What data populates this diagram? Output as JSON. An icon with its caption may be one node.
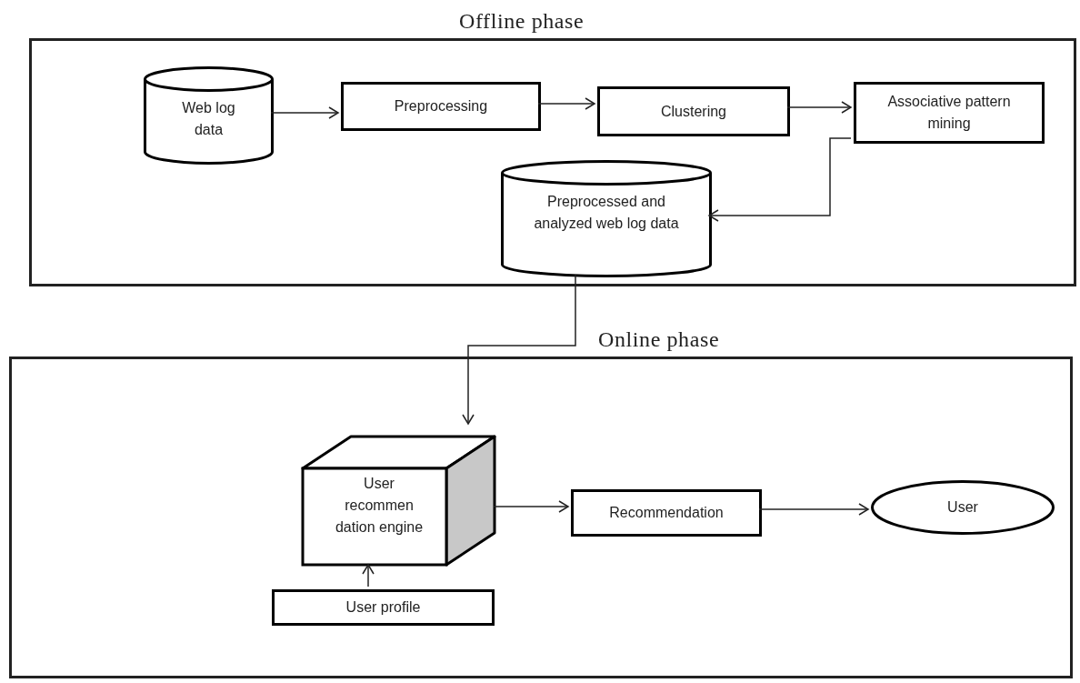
{
  "diagram": {
    "nodes": [
      {
        "text": [
          "Offline phase"
        ]
      },
      {
        "text": [
          "Web log data"
        ],
        "in": 0
      },
      {
        "text": [
          "Preprocessing"
        ],
        "in": 0
      },
      {
        "text": [
          "Clustering"
        ],
        "in": 0
      },
      {
        "text": [
          "Associative pattern mining"
        ],
        "in": 0
      },
      {
        "text": [
          "Preprocessed and analyzed web log data"
        ],
        "in": 0
      },
      {
        "text": [
          "Online phase"
        ]
      },
      {
        "text": [
          "User recommen dation engine"
        ],
        "in": 6
      },
      {
        "text": [
          "Recommendation"
        ],
        "in": 6
      },
      {
        "text": [
          "User"
        ],
        "in": 6
      },
      {
        "text": [
          "User profile"
        ],
        "in": 6
      }
    ],
    "edges": [
      {
        "from": 1,
        "to": 2,
        "arrow": "to"
      },
      {
        "from": 2,
        "to": 3,
        "arrow": "to"
      },
      {
        "from": 3,
        "to": 4,
        "arrow": "to"
      },
      {
        "from": 4,
        "to": 5,
        "arrow": "to"
      },
      {
        "from": 5,
        "to": 7,
        "arrow": "to"
      },
      {
        "from": 7,
        "to": 8,
        "arrow": "to"
      },
      {
        "from": 8,
        "to": 9,
        "arrow": "to"
      },
      {
        "from": 10,
        "to": 7,
        "arrow": "to"
      }
    ]
  }
}
